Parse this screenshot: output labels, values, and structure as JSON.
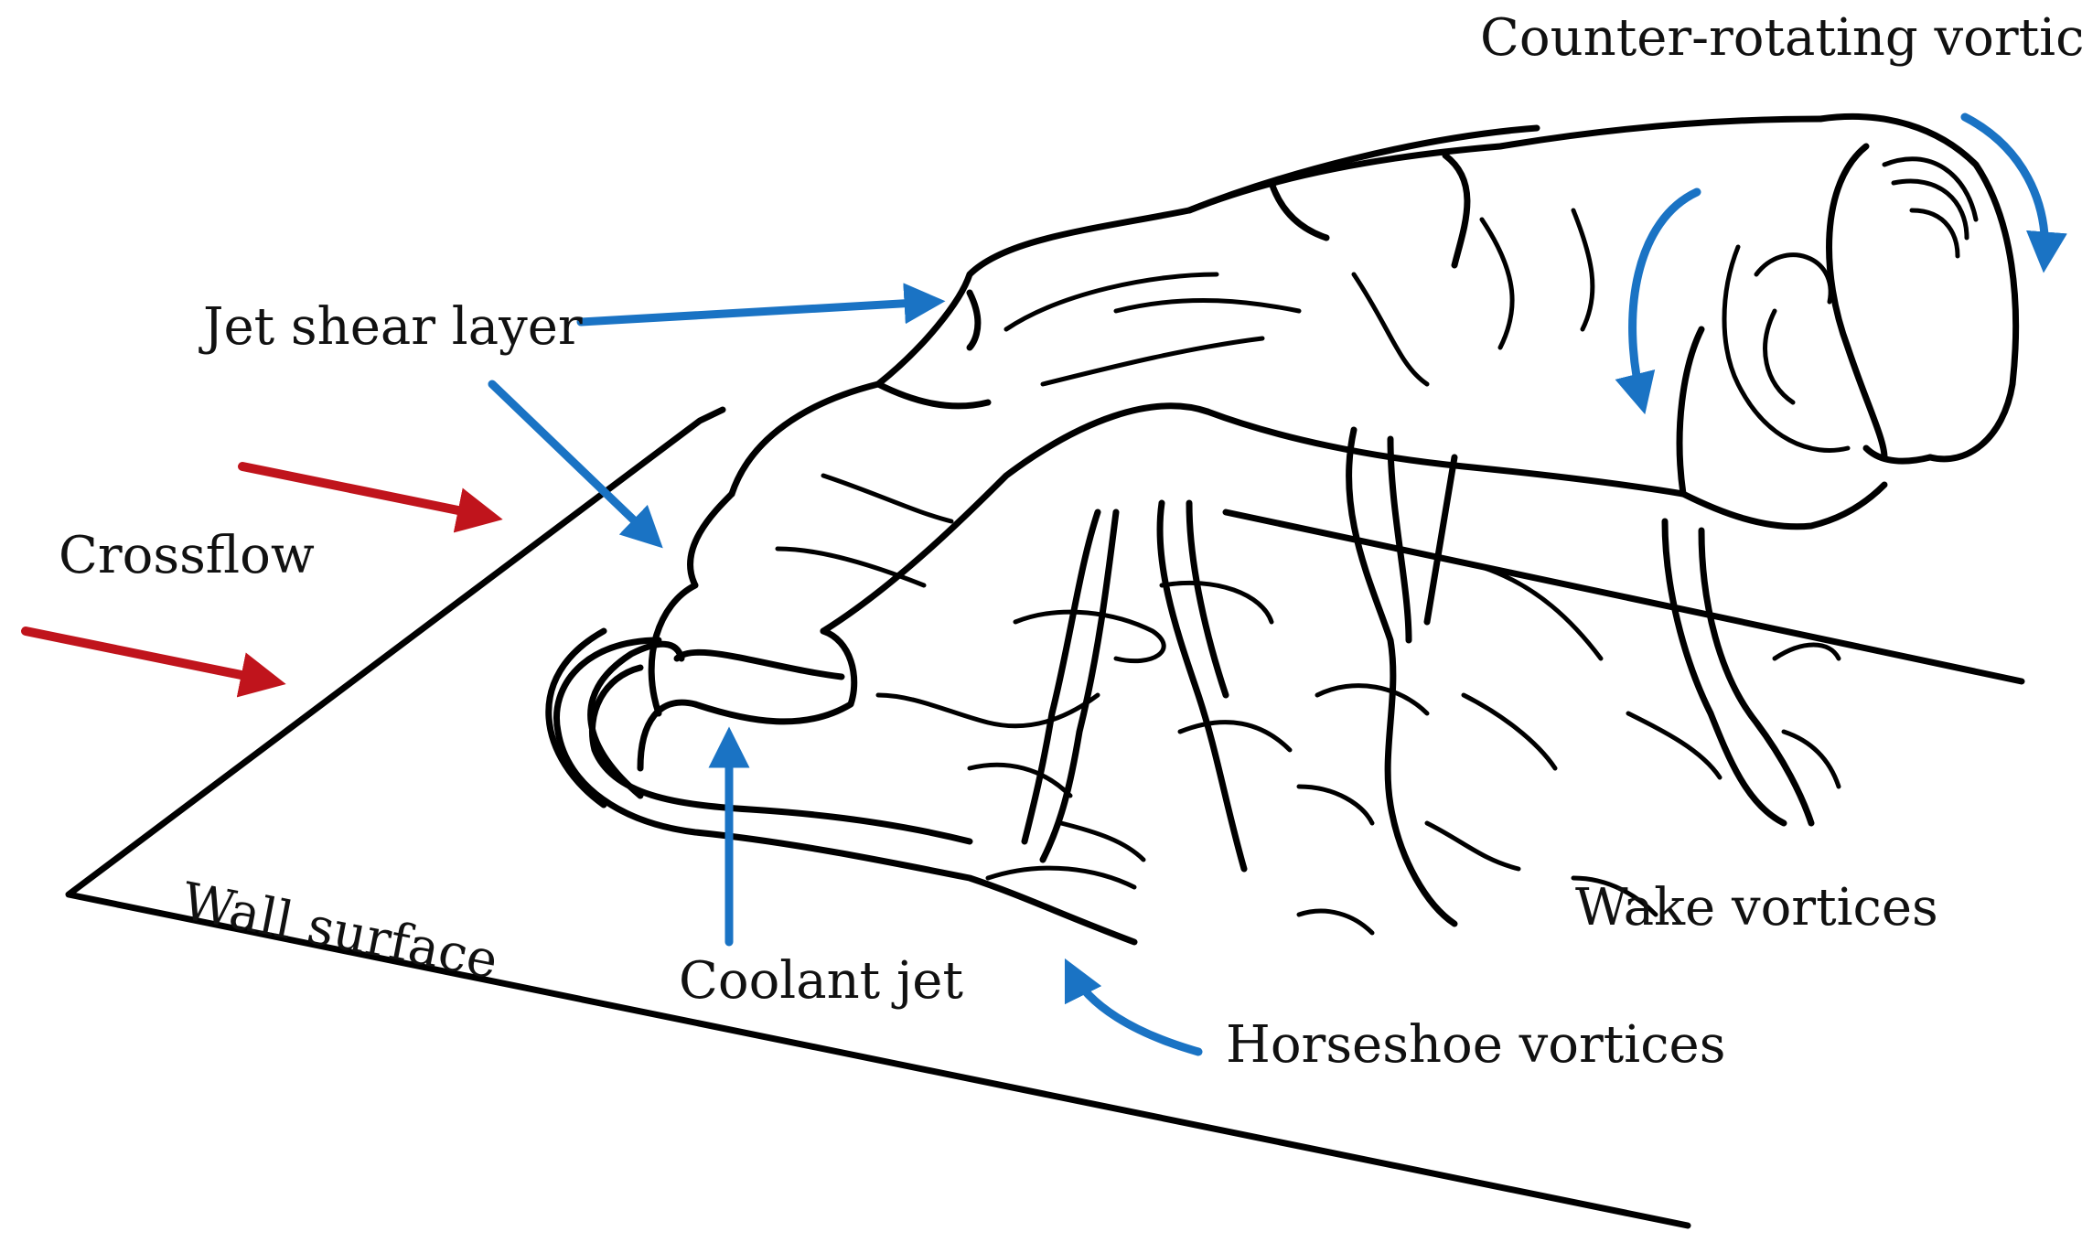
{
  "labels": {
    "counter_rotating": "Counter-rotating vortices",
    "jet_shear_layer": "Jet shear layer",
    "crossflow": "Crossflow",
    "wall_surface": "Wall surface",
    "coolant_jet": "Coolant jet",
    "horseshoe": "Horseshoe vortices",
    "wake": "Wake vortices"
  },
  "colors": {
    "ink": "#000000",
    "annotation_arrow": "#1a73c4",
    "crossflow_arrow": "#c0141c",
    "background": "#ffffff"
  }
}
